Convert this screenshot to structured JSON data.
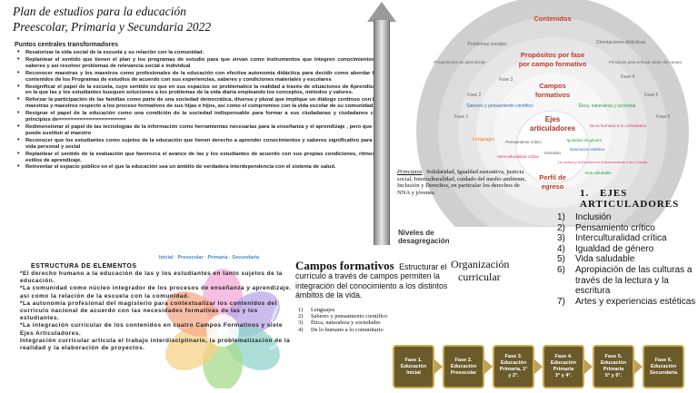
{
  "title": {
    "line1": "Plan de estudios para la educación",
    "line2": "Preescolar, Primaria y Secundaria  2022"
  },
  "key_points": {
    "heading": "Puntos centrales transformadores",
    "items": [
      "Revalorizar la vida social de la escuela y su relación con la comunidad.",
      "Replantear el sentido que tienen el plan y los programas de estudio para que sirvan como instrumentos que integren conocimientos y saberes y así resolver problemas de relevancia social e individual",
      "Reconocer maestras y los maestros como profesionales de la educación con efectiva autonomía didáctica para decidir como abordar los contenidos de los Programas de estudios de acuerdo con sus experiencias, saberes y condiciones materiales y escolares",
      "Resignificar el papel de la escuela, cuyo sentido es que en sus espacios se problematice la realidad a través de situaciones de Aprendizaje en la que las y los estudiantes busquen soluciones a los problemas de la vida diaria empleando los conceptos, métodos y valores.",
      "Reforzar la participación de las familias como parte de una sociedad democrática, diversa y plural que implique un diálogo continuo con las maestras y maestros respecto a los proceso formativos de sus hijas e hijos, así como el compromiso con la vida escolar de su comunidad.",
      "Resignar el papel de la educación como una condición de la sociedad indispensable para formar a sus ciudadanas y ciudadanos con principios de======================",
      "Redimensionar el papel de las tecnologías de la información como herramientas necesarias para la enseñanza y el aprendizaje , pero que no puede sustituir al maestro",
      "Reconocer que los estudiantes como sujetos de la educación que tienen derecho a aprender conocimientos y saberes significativo para su vida personal y social",
      "Replantear el sentido de la evaluación que favorezca el avance de las y los estudiantes de acuerdo con sus propias condiciones, ritmos y estilos de aprendizaje.",
      "Reinventar el espacio público en el que la educación sea un ámbito de verdadera interdependencia con el sistema de salud."
    ]
  },
  "arrow": {
    "label_line1": "Niveles de",
    "label_line2": "desagregación"
  },
  "circles": {
    "contenidos": "Contenidos",
    "problemas": "Problemas sociales",
    "orientaciones": "Orientaciones didácticas",
    "progresiones": "Progresiones de aprendizaje",
    "principios_label": "Principios para enfocar dictar del campo",
    "propositos_line1": "Propósitos por fase",
    "propositos_line2": "por campo formativo",
    "campos_line1": "Campos",
    "campos_line2": "formativos",
    "saberes": "Saberes y pensamiento científico",
    "etica": "Ética, naturaleza y sociedad",
    "ejes_line1": "Ejes",
    "ejes_line2": "articuladores",
    "lenguajes": "Lenguajes",
    "humano": "De lo humano a lo comunitario",
    "pensamiento": "Pensamiento crítico",
    "igualdad": "Igualdad de género",
    "intercult": "Interculturalidad crítica",
    "inclusion": "Inclusión",
    "educacion_estetica": "Educación estética",
    "lectura": "La Lectura y la Escritura en el Acercamiento a las Culturas",
    "vida": "Vida saludable",
    "perfil_line1": "Perfil de",
    "perfil_line2": "egreso",
    "fases": [
      "Fase 1",
      "Fase 2",
      "Fase 3",
      "Fase 4",
      "Fase 5",
      "Fase 6"
    ]
  },
  "principios": {
    "label": "Principios",
    "text": "Solidaridad, Igualdad sustantiva, justicia social, Interculturalidad, cuidado del medio ambiente, Inclusión y Derechos, en particular los derechos de NNA y jóvenes."
  },
  "ejes": {
    "title_num": "1.",
    "title": "EJES ARTICULADORES",
    "items": [
      {
        "n": "1)",
        "t": "Inclusión"
      },
      {
        "n": "2)",
        "t": "Pensamiento crítico"
      },
      {
        "n": "3)",
        "t": "Interculturalidad crítica"
      },
      {
        "n": "4)",
        "t": "Igualdad de género"
      },
      {
        "n": "5)",
        "t": "Vida saludable"
      },
      {
        "n": "6)",
        "t": "Apropiación de las culturas a través de la lectura y la escritura"
      },
      {
        "n": "7)",
        "t": "Artes y experiencias estéticas"
      }
    ]
  },
  "estructura": {
    "banner": "Inicial · Preescolar · Primaria · Secundaria",
    "title": "ESTRUCTURA DE ELEMENTOS",
    "paragraphs": [
      "*El derecho humano a la educación de las y los estudiantes en tanto sujetos de la educación.",
      "*La comunidad como núcleo integrador de los procesos de enseñanza y aprendizaje. así como la relación de la escuela con la comunidad.",
      "*La autonomía profesional del magisterio para contextualizar los contenidos del currículo nacional de acuerdo con las necesidades formativas de las y los estudiantes.",
      "*La integración curricular de los contenidos en cuatro Campos Formativos y siete Ejes Articuladores.",
      "Integración curricular articula el trabajo interdisciplinario, la problematización de la realidad y la elaboración de proyectos."
    ],
    "petals": [
      "Vida saludable",
      "Inclusión"
    ]
  },
  "campos": {
    "heading": "Campos formativos",
    "lead": "Estructurar",
    "text": "el currículo a través de campos  permiten la integración del conocimiento a los distintos ámbitos de la vida.",
    "items": [
      {
        "n": "1)",
        "t": "Lenguajes"
      },
      {
        "n": "2)",
        "t": "Saberes y pensamiento científico"
      },
      {
        "n": "3)",
        "t": "Ética, naturaleza y sociedades"
      },
      {
        "n": "4)",
        "t": "De lo humano a lo comunitario"
      }
    ]
  },
  "organizacion": {
    "line1": "Organización",
    "line2": "curricular"
  },
  "phases": [
    {
      "line1": "Fase 1.",
      "line2": "Educación",
      "line3": "Inicial",
      "line4": ""
    },
    {
      "line1": "Fase 2.",
      "line2": "Educación",
      "line3": "Preescolar",
      "line4": ""
    },
    {
      "line1": "Fase 3.",
      "line2": "Educación",
      "line3": "Primaria, 1°",
      "line4": "y 2°."
    },
    {
      "line1": "Fase 4.",
      "line2": "Educación",
      "line3": "Primaria",
      "line4": "3° y 4°."
    },
    {
      "line1": "Fase 5.",
      "line2": "Educación",
      "line3": "Primaria",
      "line4": "5° y 6°."
    },
    {
      "line1": "Fase 6.",
      "line2": "Educación",
      "line3": "Secundaria",
      "line4": ""
    }
  ],
  "colors": {
    "propositos_red": "#c0392b",
    "ejes_red": "#a93226",
    "phase_fill": "#6b5a2a",
    "phase_border": "#c9a94d",
    "saberes_blue": "#2e6db4",
    "etica_green": "#2e9e44",
    "humano_red": "#d6336c",
    "pensamiento_orange": "#e67e22"
  }
}
